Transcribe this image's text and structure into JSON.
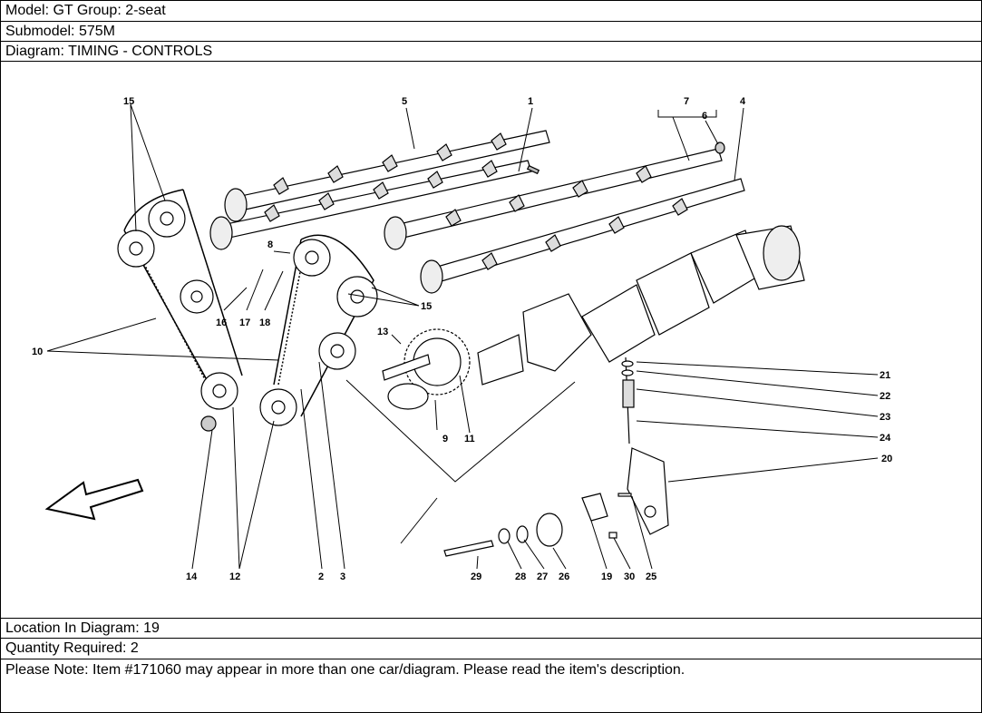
{
  "header": {
    "model": "Model: GT Group: 2-seat",
    "submodel": "Submodel: 575M",
    "diagram": "Diagram: TIMING - CONTROLS"
  },
  "footer": {
    "location": "Location In Diagram: 19",
    "quantity": "Quantity Required: 2",
    "note": "Please Note: Item #171060 may appear in more than one car/diagram. Please read the item's description."
  },
  "callouts": {
    "c1": "1",
    "c2": "2",
    "c3": "3",
    "c4": "4",
    "c5": "5",
    "c6": "6",
    "c7": "7",
    "c8": "8",
    "c9": "9",
    "c10": "10",
    "c11": "11",
    "c12": "12",
    "c13": "13",
    "c14": "14",
    "c15a": "15",
    "c15b": "15",
    "c16": "16",
    "c17": "17",
    "c18": "18",
    "c19": "19",
    "c20": "20",
    "c21": "21",
    "c22": "22",
    "c23": "23",
    "c24": "24",
    "c25": "25",
    "c26": "26",
    "c27": "27",
    "c28": "28",
    "c29": "29",
    "c30": "30"
  }
}
